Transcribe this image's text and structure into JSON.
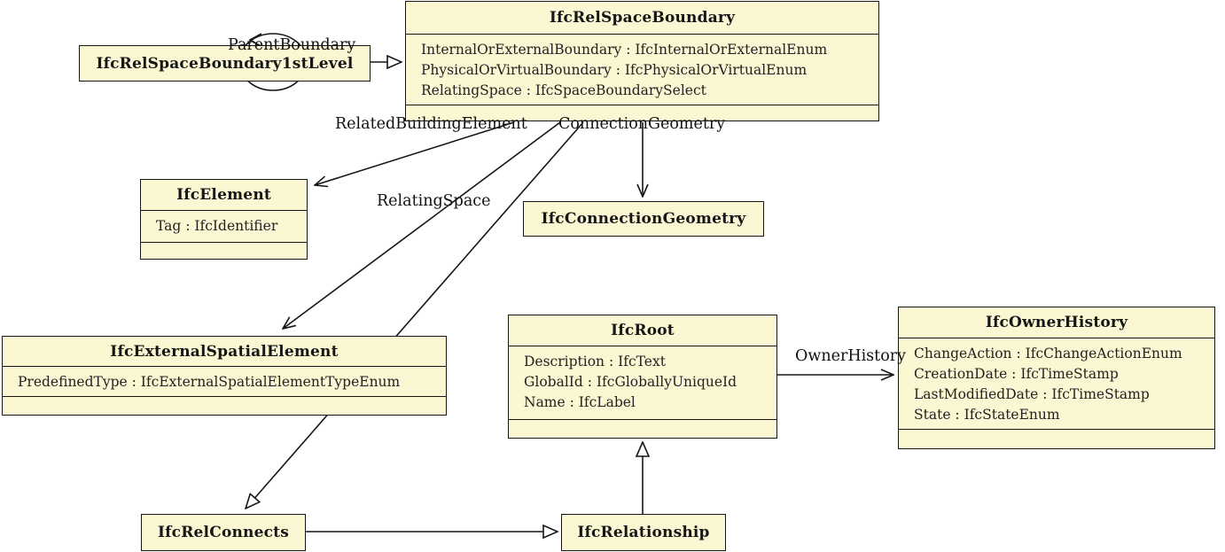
{
  "diagram": {
    "title": "IFC UML class diagram - IfcRelSpaceBoundary context",
    "box_fill_color": "#FBF7D2",
    "line_color": "#161616",
    "background_color": "#ffffff"
  },
  "boxes": {
    "rel_space_boundary": {
      "title": "IfcRelSpaceBoundary",
      "attrs": [
        "InternalOrExternalBoundary : IfcInternalOrExternalEnum",
        "PhysicalOrVirtualBoundary : IfcPhysicalOrVirtualEnum",
        "RelatingSpace : IfcSpaceBoundarySelect"
      ]
    },
    "rel_space_boundary_1st_level": {
      "title": "IfcRelSpaceBoundary1stLevel"
    },
    "element": {
      "title": "IfcElement",
      "attrs": [
        "Tag : IfcIdentifier"
      ]
    },
    "connection_geometry": {
      "title": "IfcConnectionGeometry"
    },
    "external_spatial_element": {
      "title": "IfcExternalSpatialElement",
      "attrs": [
        "PredefinedType : IfcExternalSpatialElementTypeEnum"
      ]
    },
    "root": {
      "title": "IfcRoot",
      "attrs": [
        "Description : IfcText",
        "GlobalId : IfcGloballyUniqueId",
        "Name : IfcLabel"
      ]
    },
    "owner_history": {
      "title": "IfcOwnerHistory",
      "attrs": [
        "ChangeAction : IfcChangeActionEnum",
        "CreationDate : IfcTimeStamp",
        "LastModifiedDate : IfcTimeStamp",
        "State : IfcStateEnum"
      ]
    },
    "rel_connects": {
      "title": "IfcRelConnects"
    },
    "relationship": {
      "title": "IfcRelationship"
    }
  },
  "edge_labels": {
    "parent_boundary": "ParentBoundary",
    "related_building_element": "RelatedBuildingElement",
    "connection_geometry": "ConnectionGeometry",
    "relating_space": "RelatingSpace",
    "owner_history": "OwnerHistory"
  }
}
